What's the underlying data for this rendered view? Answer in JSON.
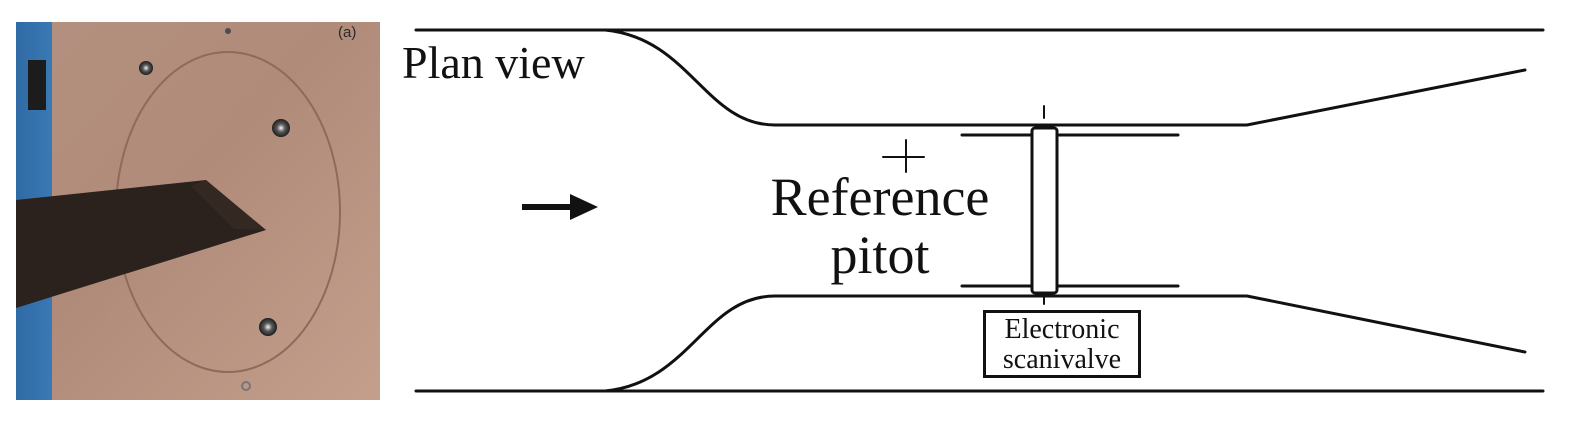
{
  "photo": {
    "label": "(a)"
  },
  "schematic": {
    "title": "Plan view",
    "reference_pitot": {
      "line1": "Reference",
      "line2": "pitot"
    },
    "scanivalve": {
      "line1": "Electronic",
      "line2": "scanivalve"
    }
  },
  "colors": {
    "line": "#111111",
    "wall": "#b08b7c",
    "frame_left": "#2b6aa8",
    "blade": "#2b211d"
  }
}
